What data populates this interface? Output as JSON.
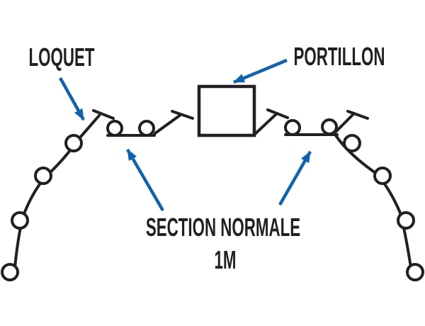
{
  "labels": {
    "loquet": "LOQUET",
    "portillon": "PORTILLON",
    "section_normale": "SECTION NORMALE",
    "section_length": "1M"
  },
  "colors": {
    "line": "#231f20",
    "arrow": "#1062ae",
    "background": "#ffffff"
  },
  "diagram": {
    "type": "barrier-layout-diagram",
    "gate_count": 1,
    "latch_count": 4,
    "normal_section_count": 2,
    "posts_left_arc": 4,
    "posts_right_arc": 4,
    "posts_per_section": 2
  }
}
